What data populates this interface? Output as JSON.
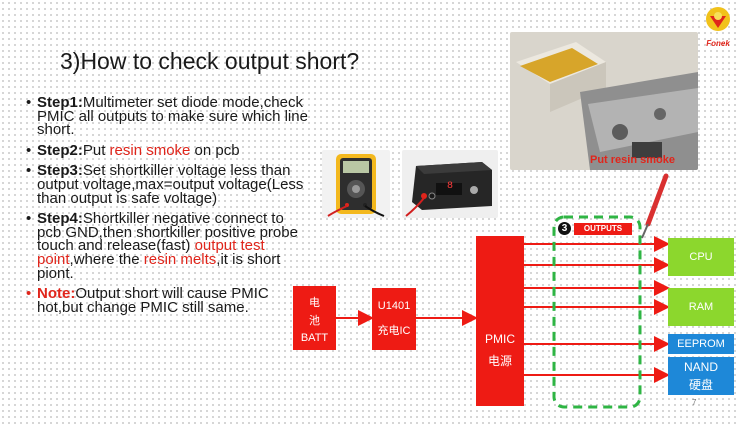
{
  "slide": {
    "title": "3)How to check output short?",
    "logo_text": "Fonek",
    "page_number": "7"
  },
  "steps": [
    {
      "label": "Step1:",
      "text": "Multimeter set diode mode,check PMIC all outputs to make sure which line short."
    },
    {
      "label": "Step2:",
      "text_before": "Put ",
      "highlight": "resin smoke",
      "text_after": " on pcb"
    },
    {
      "label": "Step3:",
      "text": "Set shortkiller voltage less than output voltage,max=output voltage(Less than output is safe voltage)"
    },
    {
      "label": "Step4:",
      "text_before": "Shortkiller negative connect to pcb GND,then shortkiller positive probe touch and release(fast) ",
      "highlight": "output test point",
      "text_mid": ",where the ",
      "highlight2": "resin melts",
      "text_after": ",it is short piont."
    },
    {
      "label": "Note:",
      "text": "Output short will cause PMIC hot,but change PMIC still same."
    }
  ],
  "photo": {
    "caption": "Put resin smoke"
  },
  "shortkiller_display": "8",
  "diagram": {
    "batt": {
      "line1": "电",
      "line2": "池",
      "line3": "BATT"
    },
    "charger": {
      "line1": "U1401",
      "line2": "充电IC"
    },
    "pmic": {
      "line1": "PMIC",
      "line2": "电源"
    },
    "marker_number": "3",
    "outputs_label": "OUTPUTS",
    "targets": [
      {
        "label": "CPU"
      },
      {
        "label": "RAM"
      },
      {
        "label": "EEPROM"
      },
      {
        "label": "NAND",
        "label2": "硬盘"
      }
    ]
  },
  "colors": {
    "accent_red": "#ee1b14",
    "green": "#8cd72d",
    "blue": "#1e88d8",
    "dashed_green": "#2fb544"
  }
}
